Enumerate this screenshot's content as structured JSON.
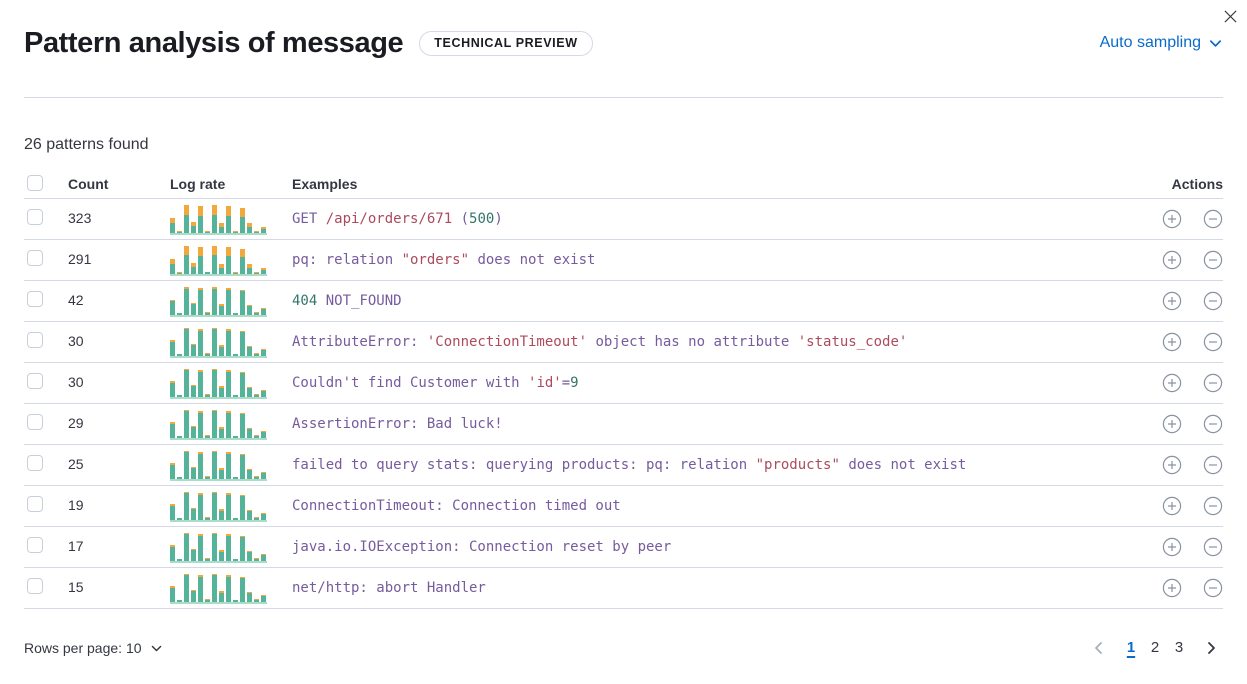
{
  "flyout": {
    "title": "Pattern analysis of message",
    "badge": "TECHNICAL PREVIEW",
    "sampling_label": "Auto sampling"
  },
  "summary": "26 patterns found",
  "table": {
    "headers": {
      "count": "Count",
      "log_rate": "Log rate",
      "examples": "Examples",
      "actions": "Actions"
    },
    "rows": [
      {
        "count": "323",
        "orange": 0.36,
        "segments": [
          {
            "t": "GET ",
            "c": "purple"
          },
          {
            "t": "/api/orders/671",
            "c": "red"
          },
          {
            "t": " (",
            "c": "purple"
          },
          {
            "t": "500",
            "c": "green"
          },
          {
            "t": ")",
            "c": "purple"
          }
        ]
      },
      {
        "count": "291",
        "orange": 0.34,
        "segments": [
          {
            "t": "pq: relation ",
            "c": "purple"
          },
          {
            "t": "\"orders\"",
            "c": "red"
          },
          {
            "t": " does not exist",
            "c": "purple"
          }
        ]
      },
      {
        "count": "42",
        "orange": 0.07,
        "segments": [
          {
            "t": "404",
            "c": "green"
          },
          {
            "t": " NOT_FOUND",
            "c": "purple"
          }
        ]
      },
      {
        "count": "30",
        "orange": 0.06,
        "segments": [
          {
            "t": "AttributeError: ",
            "c": "purple"
          },
          {
            "t": "'ConnectionTimeout'",
            "c": "red"
          },
          {
            "t": " object has no attribute ",
            "c": "purple"
          },
          {
            "t": "'status_code'",
            "c": "red"
          }
        ]
      },
      {
        "count": "30",
        "orange": 0.06,
        "segments": [
          {
            "t": "Couldn't find Customer with ",
            "c": "purple"
          },
          {
            "t": "'id'",
            "c": "red"
          },
          {
            "t": "=",
            "c": "purple"
          },
          {
            "t": "9",
            "c": "green"
          }
        ]
      },
      {
        "count": "29",
        "orange": 0.06,
        "segments": [
          {
            "t": "AssertionError: Bad luck!",
            "c": "purple"
          }
        ]
      },
      {
        "count": "25",
        "orange": 0.06,
        "segments": [
          {
            "t": "failed to query stats: querying products: pq: relation ",
            "c": "purple"
          },
          {
            "t": "\"products\"",
            "c": "red"
          },
          {
            "t": " does not exist",
            "c": "purple"
          }
        ]
      },
      {
        "count": "19",
        "orange": 0.06,
        "segments": [
          {
            "t": "ConnectionTimeout: Connection timed out",
            "c": "purple"
          }
        ]
      },
      {
        "count": "17",
        "orange": 0.06,
        "segments": [
          {
            "t": "java.io.IOException: Connection reset by peer",
            "c": "purple"
          }
        ]
      },
      {
        "count": "15",
        "orange": 0.06,
        "segments": [
          {
            "t": "net/http: abort Handler",
            "c": "purple"
          }
        ]
      }
    ]
  },
  "sparkline": {
    "type": "bar",
    "totals_pct": [
      50,
      6,
      95,
      38,
      90,
      8,
      95,
      33,
      90,
      6,
      85,
      32,
      7,
      20
    ],
    "green": "#54b399",
    "orange": "#f3a83b",
    "baseline": "#abdcc9"
  },
  "code_colors": {
    "purple": "#765b9e",
    "red": "#ac4a5e",
    "green": "#33766a"
  },
  "footer": {
    "rows_per_page": "Rows per page: 10",
    "pages": [
      "1",
      "2",
      "3"
    ],
    "active_page": "1"
  },
  "colors": {
    "accent_blue": "#0a6bcb",
    "border": "#d3dae6",
    "text": "#343741",
    "title": "#1a1c21",
    "icon_gray": "#8a92a2"
  }
}
